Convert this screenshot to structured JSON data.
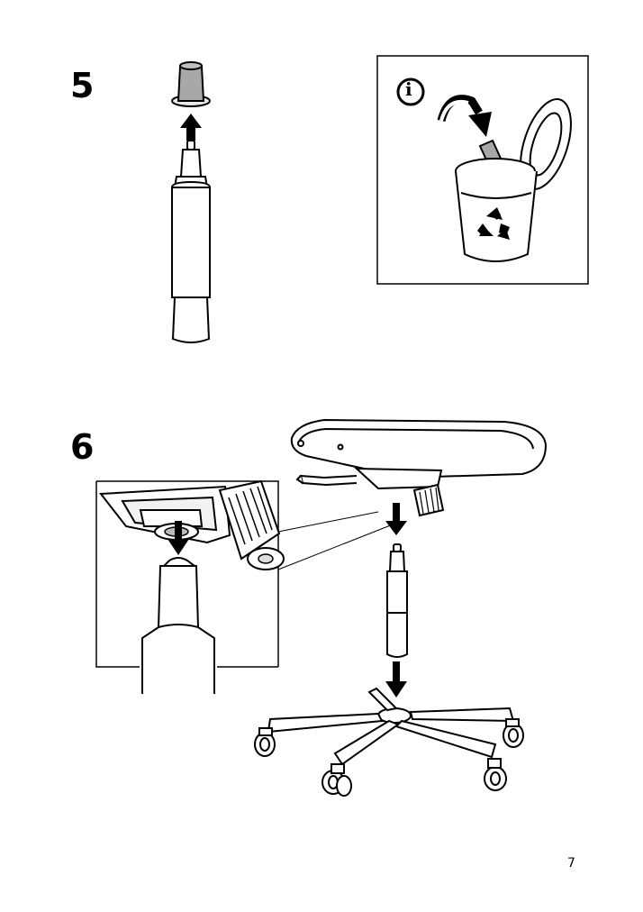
{
  "steps": [
    {
      "number": "5"
    },
    {
      "number": "6"
    }
  ],
  "info_icon_label": "i",
  "page_number": "7"
}
